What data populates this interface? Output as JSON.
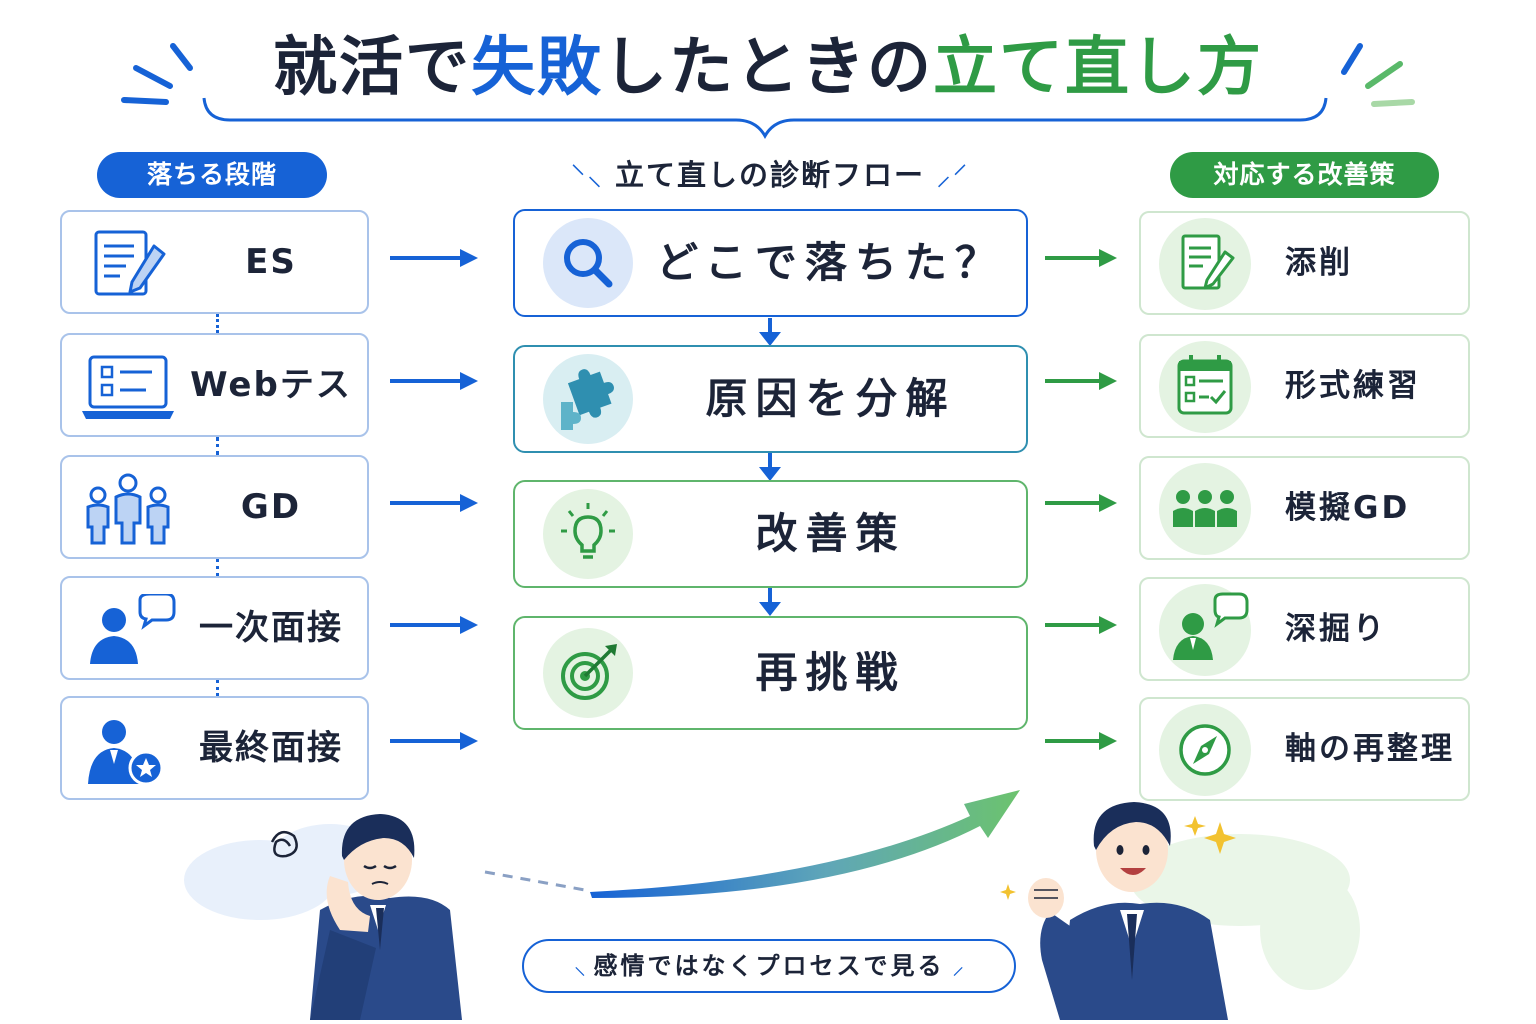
{
  "title": {
    "part1": "就活で",
    "part2": "失敗",
    "part3": "したときの",
    "part4": "立て直し方"
  },
  "columns": {
    "left_header": "落ちる段階",
    "center_header": "立て直しの診断フロー",
    "right_header": "対応する改善策"
  },
  "stages": [
    {
      "label": "ES",
      "icon": "document-pen-icon"
    },
    {
      "label": "Webテスト",
      "icon": "laptop-checklist-icon"
    },
    {
      "label": "GD",
      "icon": "group-people-icon"
    },
    {
      "label": "一次面接",
      "icon": "person-speech-icon"
    },
    {
      "label": "最終面接",
      "icon": "person-star-icon"
    }
  ],
  "flow": [
    {
      "label": "どこで落ちた？",
      "icon": "magnifier-icon"
    },
    {
      "label": "原因を分解",
      "icon": "puzzle-icon"
    },
    {
      "label": "改善策",
      "icon": "lightbulb-icon"
    },
    {
      "label": "再挑戦",
      "icon": "target-icon"
    }
  ],
  "solutions": [
    {
      "label": "添削",
      "icon": "document-pen-icon"
    },
    {
      "label": "形式練習",
      "icon": "calendar-checklist-icon"
    },
    {
      "label": "模擬GD",
      "icon": "group-people-icon"
    },
    {
      "label": "深掘り",
      "icon": "person-speech-icon"
    },
    {
      "label": "軸の再整理",
      "icon": "compass-icon"
    }
  ],
  "footer": {
    "message": "感情ではなくプロセスで見る"
  },
  "colors": {
    "blue": "#1662d6",
    "green": "#2f9b45",
    "text": "#1c2438"
  }
}
